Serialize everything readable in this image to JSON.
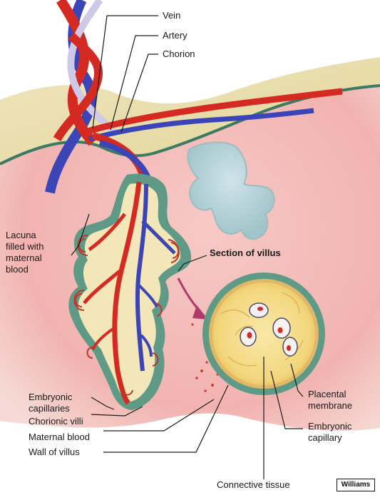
{
  "labels": {
    "vein": "Vein",
    "artery": "Artery",
    "chorion": "Chorion",
    "lacuna": [
      "Lacuna",
      "filled with",
      "maternal",
      "blood"
    ],
    "section_of_villus": "Section of villus",
    "embryonic_capillaries": [
      "Embryonic",
      "capillaries"
    ],
    "chorionic_villi": "Chorionic villi",
    "maternal_blood": "Maternal blood",
    "wall_of_villus": "Wall of villus",
    "placental_membrane": [
      "Placental",
      "membrane"
    ],
    "embryonic_capillary": [
      "Embryonic",
      "capillary"
    ],
    "connective_tissue": "Connective tissue"
  },
  "credit": "Williams",
  "colors": {
    "maternal_tissue": "#f2b8b8",
    "chorion_band": "#e9dfb0",
    "villus_wall": "#5f9a86",
    "villus_core": "#f3e6b8",
    "artery": "#d42a22",
    "vein": "#3b45b8",
    "section_fill": "#f6e29a"
  }
}
